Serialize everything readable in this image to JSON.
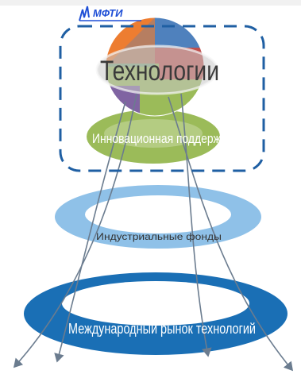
{
  "logo": {
    "text": "МФТИ"
  },
  "levels": {
    "technologies": "Технологии",
    "innovation_support": "Инновационная поддержка",
    "industrial_funds": "Индустриальные фонды",
    "international_market": "Международный рынок технологий"
  },
  "colors": {
    "frame_dash": "#1f5fa3",
    "innovation_ring": "#9bbb59",
    "industrial_ring": "#8fc1e8",
    "market_ring": "#1a6fb5",
    "arrow": "#6b7c8f",
    "logo": "#1f4fd6"
  },
  "icons": [
    "sphere-segment-icon",
    "arrow-icon"
  ]
}
